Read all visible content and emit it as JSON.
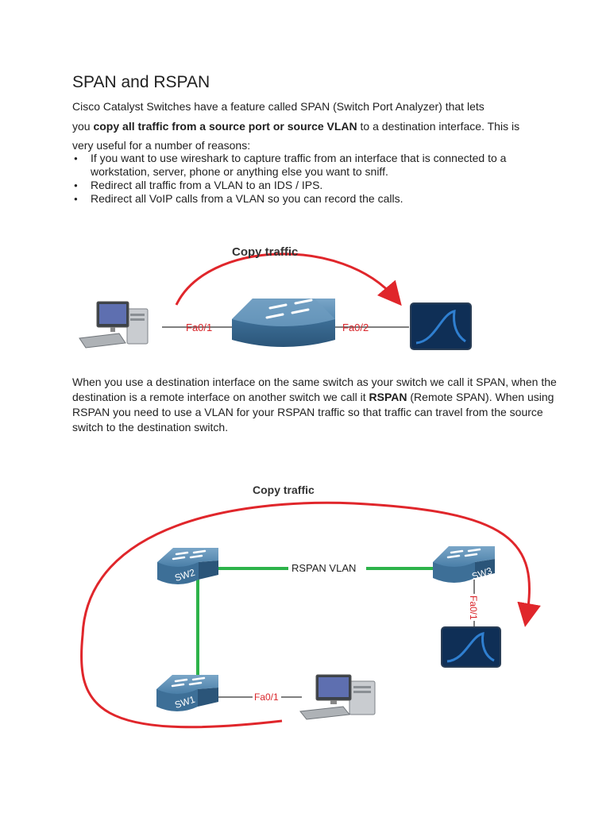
{
  "document": {
    "title": "SPAN and RSPAN",
    "intro_line1": "Cisco Catalyst Switches have a feature called SPAN (Switch Port Analyzer) that lets",
    "intro_line2_pre": "you ",
    "intro_line2_bold": "copy all traffic from a source port or source VLAN",
    "intro_line2_post": " to a destination interface. This is",
    "intro_line3": "very useful for a number of reasons:",
    "bullets": [
      "If you want to use wireshark to capture traffic from an interface that is connected to a workstation, server, phone or anything else you want to sniff.",
      "Redirect all traffic from a VLAN to an IDS / IPS.",
      "Redirect all VoIP calls from a VLAN so you can record the calls."
    ],
    "para2_pre": "When you use a destination interface on the same switch as your switch we call it SPAN, when the destination is a remote interface on another switch we call it ",
    "para2_bold": "RSPAN",
    "para2_post": " (Remote SPAN).  When using RSPAN you need to use a VLAN for your RSPAN traffic so that traffic can travel from the source switch to the destination switch."
  },
  "diagram_span": {
    "arrow_label": "Copy traffic",
    "port_source": "Fa0/1",
    "port_destination": "Fa0/2"
  },
  "diagram_rspan": {
    "arrow_label": "Copy traffic",
    "link_label": "RSPAN VLAN",
    "switch_left_top": "SW2",
    "switch_right_top": "SW3",
    "switch_left_bottom": "SW1",
    "port_sw1": "Fa0/1",
    "port_sw3": "Fa0/1"
  },
  "colors": {
    "arrow_red": "#e0262b",
    "port_label_red": "#d9252a",
    "link_green": "#2db34a",
    "switch_blue": "#4a7fa8",
    "analyzer_navy": "#0f2f56"
  }
}
